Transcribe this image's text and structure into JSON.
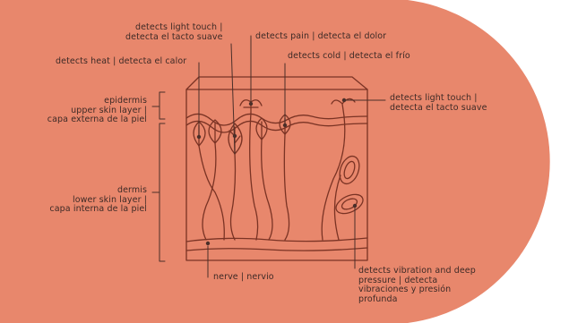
{
  "colors": {
    "background": "#e8876c",
    "line": "#7a3324",
    "text": "#3d2a26",
    "page": "#ffffff"
  },
  "labels": {
    "light_touch_top": [
      "detects light touch |",
      "detecta el tacto suave"
    ],
    "pain": "detects pain | detecta el dolor",
    "heat": "detects heat | detecta el calor",
    "cold": "detects cold | detecta el frío",
    "light_touch_right": [
      "detects light touch |",
      "detecta el tacto suave"
    ],
    "epidermis": [
      "epidermis",
      "upper skin layer |",
      "capa externa de la piel"
    ],
    "dermis": [
      "dermis",
      "lower skin layer |",
      "capa interna de la piel"
    ],
    "nerve": "nerve | nervio",
    "vibration": [
      "detects vibration and deep",
      "pressure | detecta",
      "vibraciones y presión",
      "profunda"
    ]
  }
}
